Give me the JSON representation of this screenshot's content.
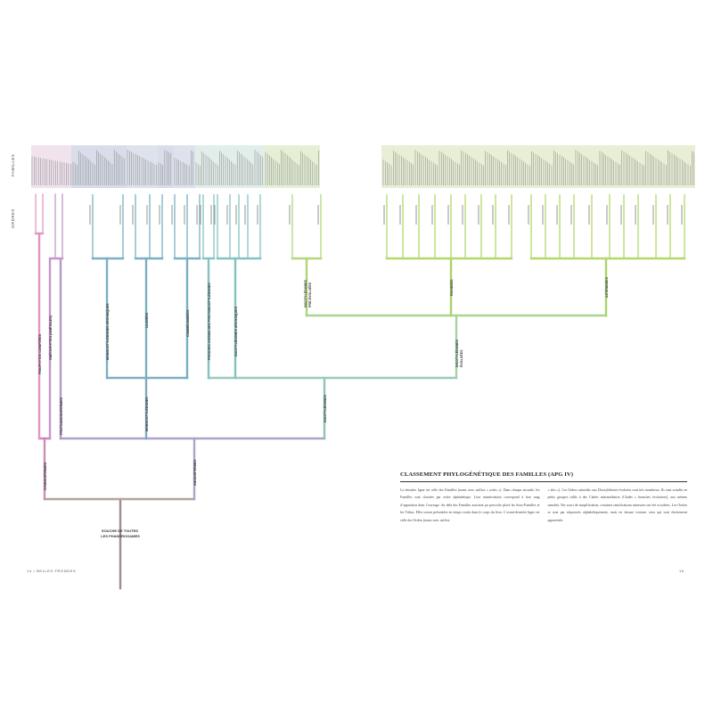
{
  "labels": {
    "familles": "FAMILLES",
    "ordres": "ORDRES",
    "souche": "SOUCHE DE TOUTES LES PHANEROGAMES",
    "gymnospermes": "GYMNOSPERMES",
    "angiospermes": "ANGIOSPERMES",
    "proto": "PROTOANGIOSPERMES",
    "monocots": "MONOCOTYLÉDONES",
    "dicots": "DICOTYLÉDONES",
    "evoluees": "DICOTYLÉDONES ÉVOLUÉES",
    "rosidees": "ROSIDÉES",
    "asterides": "ASTÉRIDÉES",
    "monocots_arch": "MONOCOTYLÉDONES ARCHAÏQUES",
    "lilliees": "LILIIDÉES",
    "commelinidees": "COMMÉLINIDÉES",
    "proches_proto": "PROCHES-VOISINS DES PROTODICOTYLÉDONES",
    "dicots_arch": "DICOTYLÉDONES ARCHAÏQUES",
    "pre_evoluees": "DICOTYLÉDONES PRÉ-ÉVOLUÉES",
    "pin_coniferes": "PINOPHYTES CONIFÈRES",
    "gne_gnetophytes": "GNÉTOPHYTES (GNÉTALES)"
  },
  "caption": {
    "title": "CLASSEMENT PHYLOGÉNÉTIQUE DES FAMILLES (APG IV)",
    "col1": "La dernière ligne est celle des Familles (noms avec suffixe « acées »). Dans chaque encadré, les Familles sont classées par ordre alphabétique. Leur numérotation correspond à leur rang d’apparition dans l’ouvrage. Au delà des Familles assistent pu proroche placé les Sous-Familles et les Tribus. Elles seront présentées en temps voulu dans le corps du livre. L’avant-dernière ligne est celle des Ordres (noms avec suffixe",
    "col2": "« ales »). Les Ordres rattachés aux Dicotylédones évoluées sont très nombreux. Ils sont scindés en petits groupes rallés à des Clades intermédiaires (Clades « branches évolutives), aux mêmes ramifiés. Par souci de simplification, certaines ramifications mineures ont été occultées. Les Ordres se sont par séquencés alphabétiquement, mais en faisant voisiner ceux qui sont étroitement apparentés."
  },
  "folio": {
    "left": "14  •  BELLES FRONDES",
    "right": "15"
  },
  "colors": {
    "gymno": "#e6a0c8",
    "gymno2": "#b38ec4",
    "trunk": "#9a8e8e",
    "angio": "#a9a5c4",
    "mono": "#78aebf",
    "mono_box": "#cfd6e4",
    "dicot_arch": "#85c4c1",
    "pre_evol": "#a2d16a",
    "evol": "#93c979",
    "rosid": "#b9d97c",
    "green_box": "#e3ecc9",
    "mint": "#d9ede2"
  }
}
